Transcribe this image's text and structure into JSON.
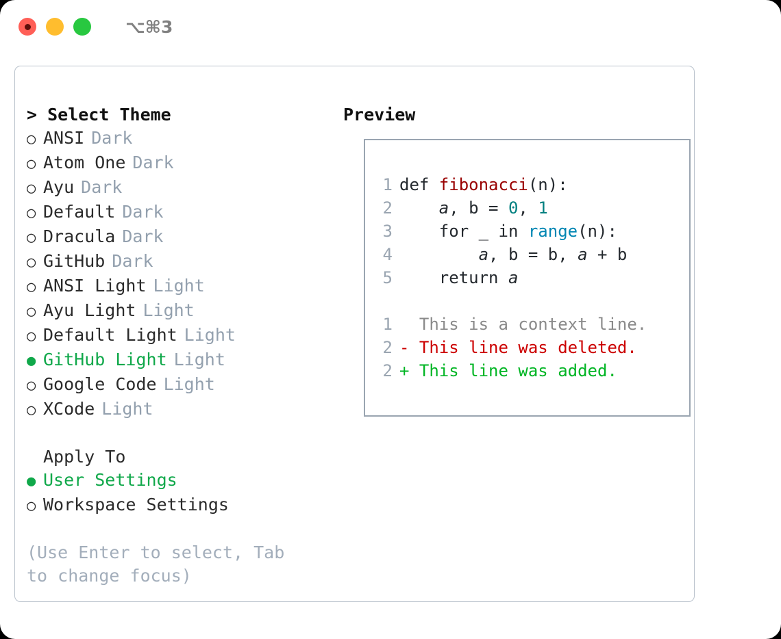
{
  "window": {
    "traffic_lights": [
      "close",
      "minimize",
      "maximize"
    ],
    "shortcut": "⌥⌘3"
  },
  "theme_picker": {
    "title": "> Select Theme",
    "options": [
      {
        "bullet": "○",
        "label": "ANSI",
        "category": "Dark",
        "selected": false
      },
      {
        "bullet": "○",
        "label": "Atom One",
        "category": "Dark",
        "selected": false
      },
      {
        "bullet": "○",
        "label": "Ayu",
        "category": "Dark",
        "selected": false
      },
      {
        "bullet": "○",
        "label": "Default",
        "category": "Dark",
        "selected": false
      },
      {
        "bullet": "○",
        "label": "Dracula",
        "category": "Dark",
        "selected": false
      },
      {
        "bullet": "○",
        "label": "GitHub",
        "category": "Dark",
        "selected": false
      },
      {
        "bullet": "○",
        "label": "ANSI Light",
        "category": "Light",
        "selected": false
      },
      {
        "bullet": "○",
        "label": "Ayu Light",
        "category": "Light",
        "selected": false
      },
      {
        "bullet": "○",
        "label": "Default Light",
        "category": "Light",
        "selected": false
      },
      {
        "bullet": "●",
        "label": "GitHub Light",
        "category": "Light",
        "selected": true
      },
      {
        "bullet": "○",
        "label": "Google Code",
        "category": "Light",
        "selected": false
      },
      {
        "bullet": "○",
        "label": "XCode",
        "category": "Light",
        "selected": false
      }
    ]
  },
  "apply_to": {
    "title": "Apply To",
    "options": [
      {
        "bullet": "●",
        "label": "User Settings",
        "selected": true
      },
      {
        "bullet": "○",
        "label": "Workspace Settings",
        "selected": false
      }
    ]
  },
  "hint": "(Use Enter to select, Tab to change focus)",
  "preview": {
    "title": "Preview",
    "code_lines": [
      {
        "num": "1",
        "tokens": [
          {
            "text": "def ",
            "kind": "kw"
          },
          {
            "text": "fibonacci",
            "kind": "fn"
          },
          {
            "text": "(n):",
            "kind": "plain"
          }
        ]
      },
      {
        "num": "2",
        "tokens": [
          {
            "text": "    ",
            "kind": "plain"
          },
          {
            "text": "a",
            "kind": "var"
          },
          {
            "text": ", b = ",
            "kind": "plain"
          },
          {
            "text": "0",
            "kind": "num"
          },
          {
            "text": ", ",
            "kind": "plain"
          },
          {
            "text": "1",
            "kind": "num"
          }
        ]
      },
      {
        "num": "3",
        "tokens": [
          {
            "text": "    for _ in ",
            "kind": "plain"
          },
          {
            "text": "range",
            "kind": "call"
          },
          {
            "text": "(n):",
            "kind": "plain"
          }
        ]
      },
      {
        "num": "4",
        "tokens": [
          {
            "text": "        ",
            "kind": "plain"
          },
          {
            "text": "a",
            "kind": "var"
          },
          {
            "text": ", b = b, ",
            "kind": "plain"
          },
          {
            "text": "a",
            "kind": "var"
          },
          {
            "text": " + b",
            "kind": "plain"
          }
        ]
      },
      {
        "num": "5",
        "tokens": [
          {
            "text": "    return ",
            "kind": "plain"
          },
          {
            "text": "a",
            "kind": "var"
          }
        ]
      }
    ],
    "diff_lines": [
      {
        "num": "1",
        "marker": "  ",
        "text": "This is a context line.",
        "kind": "ctx"
      },
      {
        "num": "2",
        "marker": "- ",
        "text": "This line was deleted.",
        "kind": "del"
      },
      {
        "num": "2",
        "marker": "+ ",
        "text": "This line was added.",
        "kind": "add"
      }
    ]
  },
  "colors": {
    "accent_green": "#10a84a",
    "muted_gray": "#93a0ae",
    "hint_gray": "#a3aebb",
    "panel_border": "#b9c2cc",
    "preview_border": "#9aa5b1",
    "code_fn": "#990000",
    "code_num": "#008080",
    "code_call": "#0086b3",
    "diff_del": "#cc0000",
    "diff_add": "#00b524",
    "light_red": "#ff5f57",
    "light_yellow": "#ffbd2e",
    "light_green": "#28c840"
  }
}
